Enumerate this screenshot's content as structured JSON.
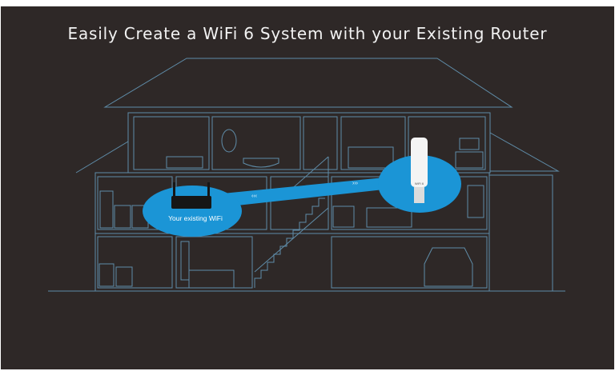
{
  "headline": "Easily Create a WiFi 6 System with your Existing Router",
  "router_label": "Your existing WiFi",
  "adapter_printed_text": "WiFi 6",
  "colors": {
    "background": "#2e2827",
    "outline": "#5f8ca8",
    "highlight": "#1b95d6",
    "text": "#f2f2f2"
  },
  "icons": [
    "house-outline-icon",
    "router-icon",
    "usb-wifi-adapter-icon",
    "signal-chevron-icon"
  ]
}
